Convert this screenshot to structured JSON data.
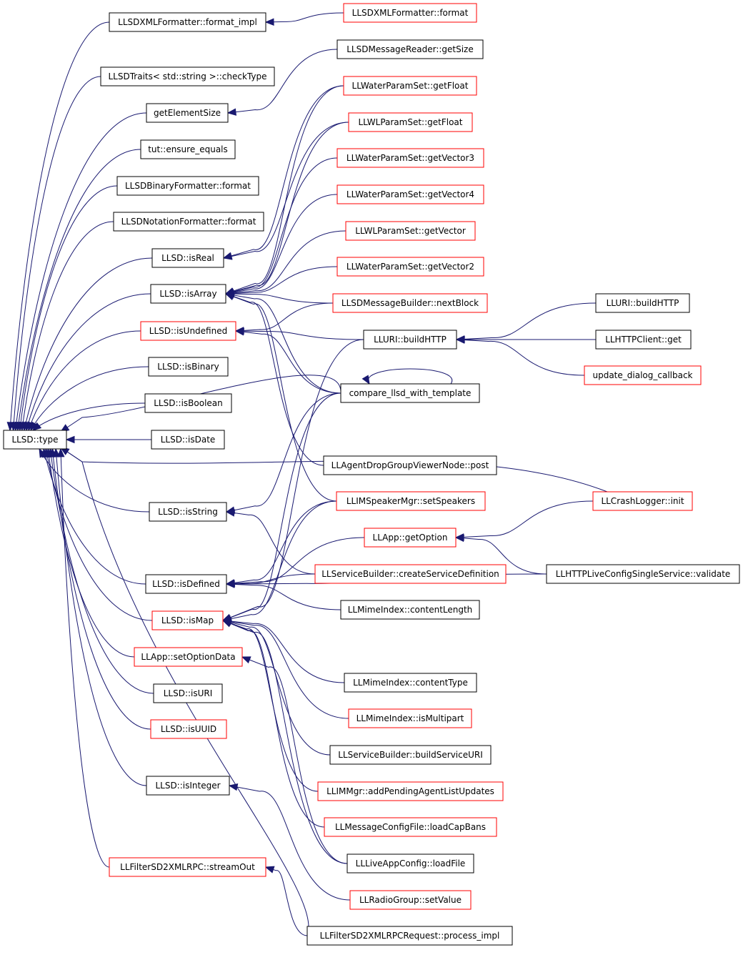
{
  "diagram": {
    "colors": {
      "edge": "#191970",
      "black_border": "#000000",
      "red_border": "#ff0000",
      "root_fill": "#bfbfbf"
    },
    "nodes": [
      {
        "id": "type",
        "label": "LLSD::type",
        "style": "root"
      },
      {
        "id": "fmt_impl",
        "label": "LLSDXMLFormatter::format_impl",
        "style": "black"
      },
      {
        "id": "xml_format",
        "label": "LLSDXMLFormatter::format",
        "style": "red"
      },
      {
        "id": "checktype",
        "label": "LLSDTraits< std::string >::checkType",
        "style": "black"
      },
      {
        "id": "getElementSize",
        "label": "getElementSize",
        "style": "black"
      },
      {
        "id": "msgreader_getsize",
        "label": "LLSDMessageReader::getSize",
        "style": "black"
      },
      {
        "id": "ensure_equals",
        "label": "tut::ensure_equals",
        "style": "black"
      },
      {
        "id": "bin_format",
        "label": "LLSDBinaryFormatter::format",
        "style": "black"
      },
      {
        "id": "not_format",
        "label": "LLSDNotationFormatter::format",
        "style": "black"
      },
      {
        "id": "isReal",
        "label": "LLSD::isReal",
        "style": "black"
      },
      {
        "id": "isArray",
        "label": "LLSD::isArray",
        "style": "black"
      },
      {
        "id": "isUndefined",
        "label": "LLSD::isUndefined",
        "style": "red"
      },
      {
        "id": "isBinary",
        "label": "LLSD::isBinary",
        "style": "black"
      },
      {
        "id": "isBoolean",
        "label": "LLSD::isBoolean",
        "style": "black"
      },
      {
        "id": "isDate",
        "label": "LLSD::isDate",
        "style": "black"
      },
      {
        "id": "isString",
        "label": "LLSD::isString",
        "style": "black"
      },
      {
        "id": "isDefined",
        "label": "LLSD::isDefined",
        "style": "black"
      },
      {
        "id": "isMap",
        "label": "LLSD::isMap",
        "style": "red"
      },
      {
        "id": "setOptionData",
        "label": "LLApp::setOptionData",
        "style": "red"
      },
      {
        "id": "isURI",
        "label": "LLSD::isURI",
        "style": "black"
      },
      {
        "id": "isUUID",
        "label": "LLSD::isUUID",
        "style": "red"
      },
      {
        "id": "isInteger",
        "label": "LLSD::isInteger",
        "style": "black"
      },
      {
        "id": "streamOut",
        "label": "LLFilterSD2XMLRPC::streamOut",
        "style": "red"
      },
      {
        "id": "water_getFloat",
        "label": "LLWaterParamSet::getFloat",
        "style": "red"
      },
      {
        "id": "wl_getFloat",
        "label": "LLWLParamSet::getFloat",
        "style": "red"
      },
      {
        "id": "water_getVector3",
        "label": "LLWaterParamSet::getVector3",
        "style": "red"
      },
      {
        "id": "water_getVector4",
        "label": "LLWaterParamSet::getVector4",
        "style": "red"
      },
      {
        "id": "wl_getVector",
        "label": "LLWLParamSet::getVector",
        "style": "red"
      },
      {
        "id": "water_getVector2",
        "label": "LLWaterParamSet::getVector2",
        "style": "red"
      },
      {
        "id": "nextBlock",
        "label": "LLSDMessageBuilder::nextBlock",
        "style": "red"
      },
      {
        "id": "buildHTTP_mid",
        "label": "LLURI::buildHTTP",
        "style": "black"
      },
      {
        "id": "compare_llsd",
        "label": "compare_llsd_with_template",
        "style": "black"
      },
      {
        "id": "agentdrop_post",
        "label": "LLAgentDropGroupViewerNode::post",
        "style": "black"
      },
      {
        "id": "setSpeakers",
        "label": "LLIMSpeakerMgr::setSpeakers",
        "style": "red"
      },
      {
        "id": "getOption",
        "label": "LLApp::getOption",
        "style": "red"
      },
      {
        "id": "createServiceDef",
        "label": "LLServiceBuilder::createServiceDefinition",
        "style": "red"
      },
      {
        "id": "contentLength",
        "label": "LLMimeIndex::contentLength",
        "style": "black"
      },
      {
        "id": "contentType",
        "label": "LLMimeIndex::contentType",
        "style": "black"
      },
      {
        "id": "isMultipart",
        "label": "LLMimeIndex::isMultipart",
        "style": "red"
      },
      {
        "id": "buildServiceURI",
        "label": "LLServiceBuilder::buildServiceURI",
        "style": "black"
      },
      {
        "id": "addPending",
        "label": "LLIMMgr::addPendingAgentListUpdates",
        "style": "red"
      },
      {
        "id": "loadCapBans",
        "label": "LLMessageConfigFile::loadCapBans",
        "style": "red"
      },
      {
        "id": "loadFile",
        "label": "LLLiveAppConfig::loadFile",
        "style": "black"
      },
      {
        "id": "setValue",
        "label": "LLRadioGroup::setValue",
        "style": "red"
      },
      {
        "id": "process_impl",
        "label": "LLFilterSD2XMLRPCRequest::process_impl",
        "style": "black"
      },
      {
        "id": "buildHTTP_right",
        "label": "LLURI::buildHTTP",
        "style": "black"
      },
      {
        "id": "httpclient_get",
        "label": "LLHTTPClient::get",
        "style": "black"
      },
      {
        "id": "update_dialog",
        "label": "update_dialog_callback",
        "style": "red"
      },
      {
        "id": "crashlogger_init",
        "label": "LLCrashLogger::init",
        "style": "red"
      },
      {
        "id": "validate",
        "label": "LLHTTPLiveConfigSingleService::validate",
        "style": "black"
      }
    ]
  }
}
